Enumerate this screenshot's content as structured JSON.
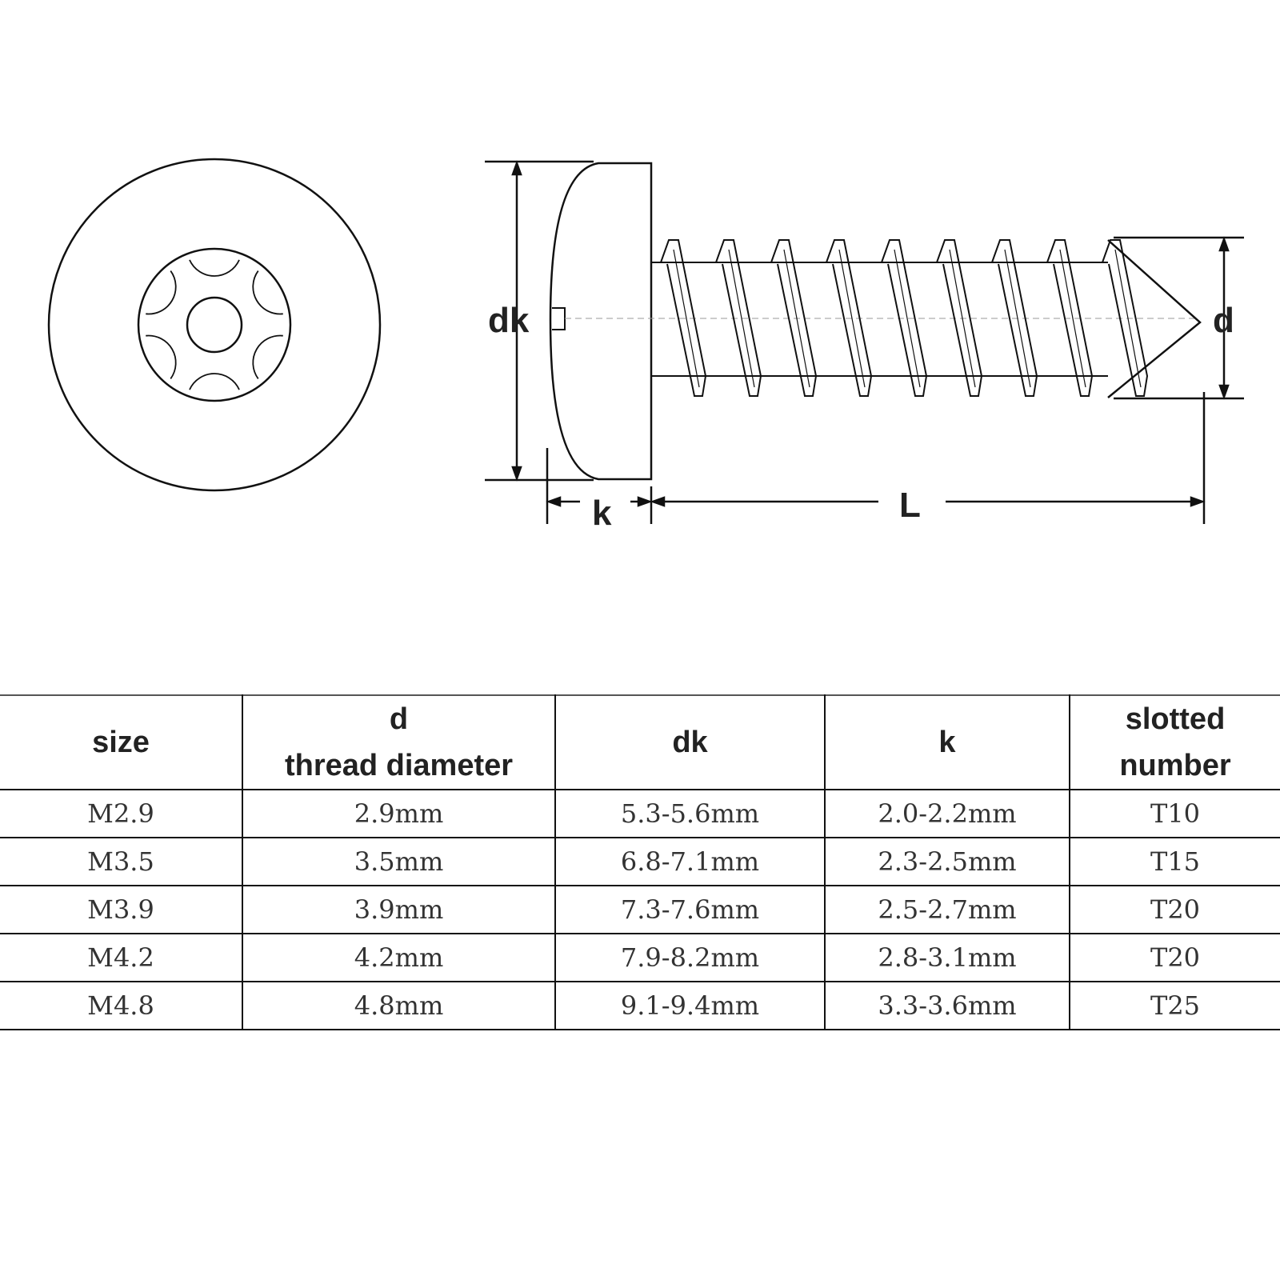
{
  "diagram": {
    "labels": {
      "dk": "dk",
      "d": "d",
      "k": "k",
      "L": "L"
    },
    "colors": {
      "line": "#111111",
      "text": "#222222"
    }
  },
  "table": {
    "headers": [
      {
        "key": "size",
        "lines": [
          "size"
        ]
      },
      {
        "key": "d",
        "lines": [
          "d",
          "thread diameter"
        ]
      },
      {
        "key": "dk",
        "lines": [
          "dk"
        ]
      },
      {
        "key": "k",
        "lines": [
          "k"
        ]
      },
      {
        "key": "slotted",
        "lines": [
          "slotted",
          "number"
        ]
      }
    ],
    "rows": [
      [
        "M2.9",
        "2.9mm",
        "5.3-5.6mm",
        "2.0-2.2mm",
        "T10"
      ],
      [
        "M3.5",
        "3.5mm",
        "6.8-7.1mm",
        "2.3-2.5mm",
        "T15"
      ],
      [
        "M3.9",
        "3.9mm",
        "7.3-7.6mm",
        "2.5-2.7mm",
        "T20"
      ],
      [
        "M4.2",
        "4.2mm",
        "7.9-8.2mm",
        "2.8-3.1mm",
        "T20"
      ],
      [
        "M4.8",
        "4.8mm",
        "9.1-9.4mm",
        "3.3-3.6mm",
        "T25"
      ]
    ]
  }
}
